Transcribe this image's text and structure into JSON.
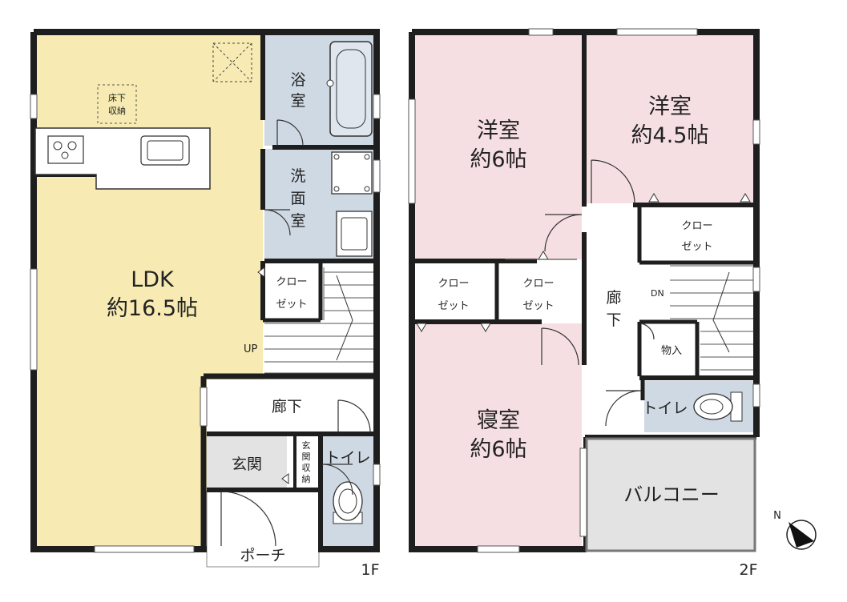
{
  "floor1": {
    "label": "1F",
    "ldk": {
      "name": "LDK",
      "size": "約16.5帖"
    },
    "underfloor_storage": [
      "床下",
      "収納"
    ],
    "bath": [
      "浴",
      "室"
    ],
    "washroom": [
      "洗",
      "面",
      "室"
    ],
    "closet": [
      "クロー",
      "ゼット"
    ],
    "stairs_up": "UP",
    "hallway": "廊下",
    "entrance": "玄関",
    "entrance_storage": [
      "玄",
      "関",
      "収",
      "納"
    ],
    "toilet": "トイレ",
    "porch": "ポーチ"
  },
  "floor2": {
    "label": "2F",
    "western_room_a": {
      "name": "洋室",
      "size": "約6帖"
    },
    "western_room_b": {
      "name": "洋室",
      "size": "約4.5帖"
    },
    "bedroom": {
      "name": "寝室",
      "size": "約6帖"
    },
    "closet_a": [
      "クロー",
      "ゼット"
    ],
    "closet_b": [
      "クロー",
      "ゼット"
    ],
    "closet_c": [
      "クロー",
      "ゼット"
    ],
    "hallway": [
      "廊",
      "下"
    ],
    "stairs_down": "DN",
    "storage": "物入",
    "toilet": "トイレ",
    "balcony": "バルコニー"
  },
  "compass": {
    "north": "N"
  },
  "colors": {
    "ldk": "#f7ebb3",
    "wet_area": "#cfd9e3",
    "bedroom": "#f6dfe3",
    "balcony": "#e3e3e3",
    "entrance": "#e3e3e3",
    "wall": "#1e1e1e"
  }
}
